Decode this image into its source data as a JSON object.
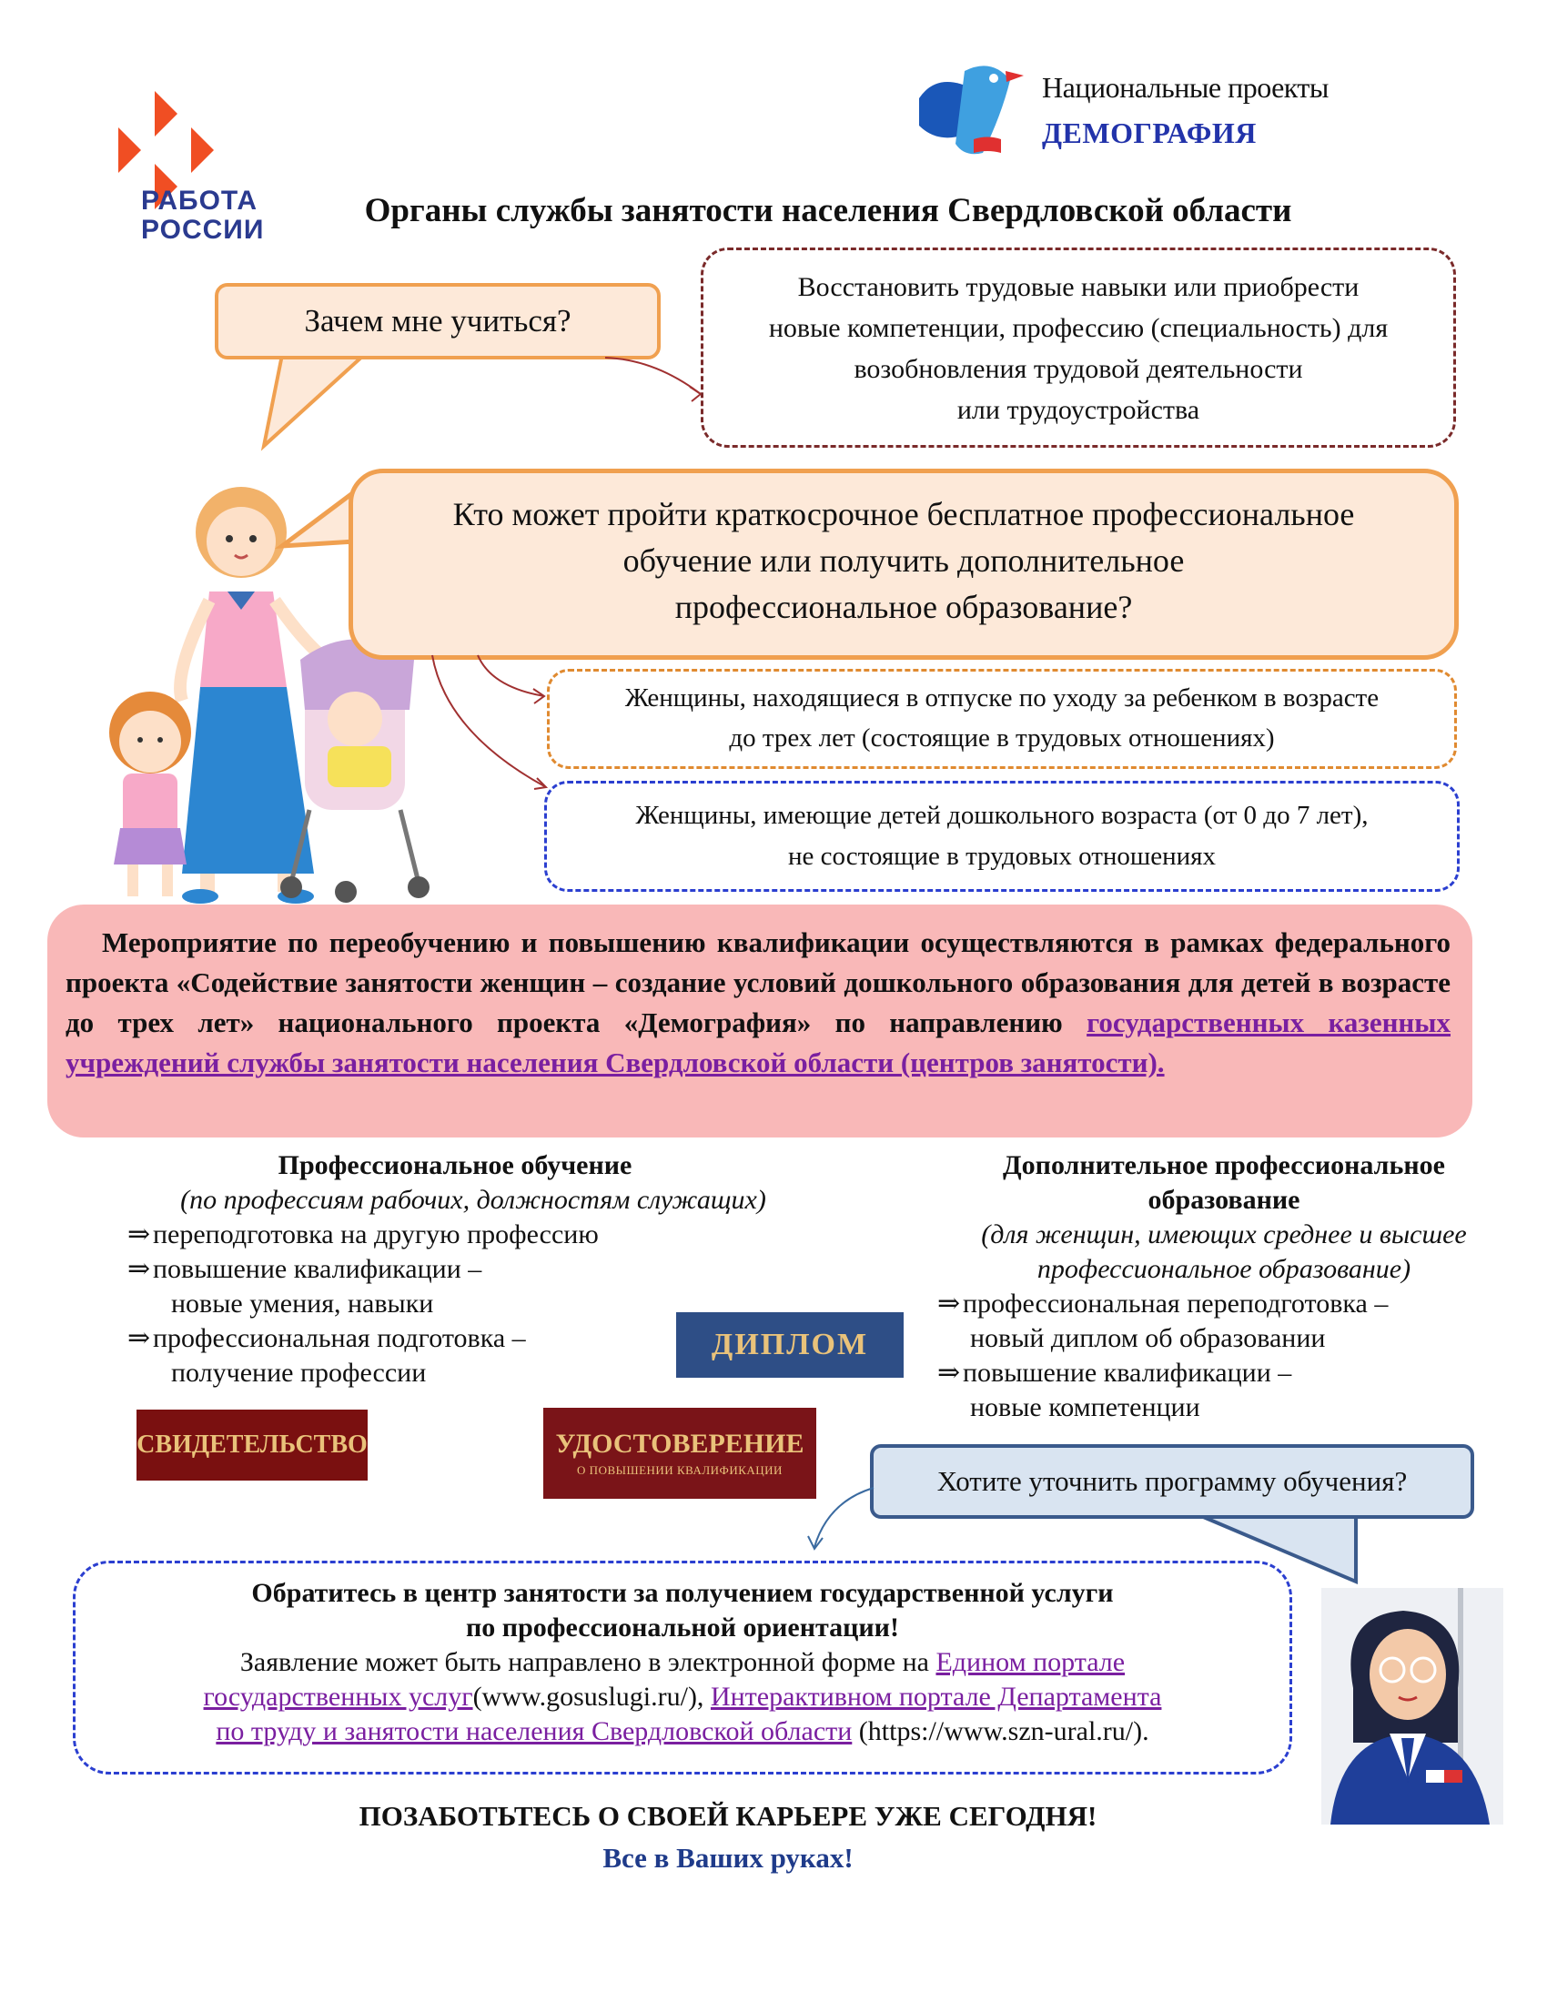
{
  "header": {
    "rabota_logo_line1": "РАБОТА",
    "rabota_logo_line2": "РОССИИ",
    "np_line1": "Национальные проекты",
    "np_line2": "ДЕМОГРАФИЯ",
    "title": "Органы службы занятости населения Свердловской области"
  },
  "bubbles": {
    "q1": "Зачем мне учиться?",
    "a1": [
      "Восстановить трудовые навыки  или приобрести",
      "новые компетенции,  профессию (специальность) для",
      "возобновления трудовой  деятельности",
      "или трудоустройства"
    ],
    "q2": [
      "Кто может пройти краткосрочное бесплатное профессиональное",
      "обучение или получить дополнительное",
      "профессиональное образование?"
    ],
    "a2a": [
      "Женщины, находящиеся в отпуске по уходу за ребенком в возрасте",
      "до трех лет (состоящие в трудовых отношениях)"
    ],
    "a2b": [
      "Женщины, имеющие детей дошкольного возраста (от 0 до 7 лет),",
      "не состоящие в трудовых отношениях"
    ],
    "q3": "Хотите уточнить программу обучения?"
  },
  "info": {
    "text": "Мероприятие по переобучению и повышению квалификации осуществляются в рамках федерального проекта «Содействие занятости женщин – создание условий дошкольного образования для детей в возрасте до трех лет» национального проекта «Демография» по направлению ",
    "link": "государственных казенных учреждений службы занятости населения Свердловской области (центров занятости)."
  },
  "left_col": {
    "title": "Профессиональное обучение",
    "subtitle": "(по профессиям рабочих, должностям служащих)",
    "items": [
      {
        "line1": "переподготовка на другую профессию",
        "line2": ""
      },
      {
        "line1": "повышение квалификации –",
        "line2": "новые умения,  навыки"
      },
      {
        "line1": "профессиональная подготовка –",
        "line2": "получение профессии"
      }
    ]
  },
  "right_col": {
    "title1": "Дополнительное профессиональное",
    "title2": "образование",
    "subtitle1": "(для женщин, имеющих среднее и высшее",
    "subtitle2": "профессиональное образование)",
    "items": [
      {
        "line1": "профессиональная переподготовка –",
        "line2": "новый диплом об образовании"
      },
      {
        "line1": "повышение квалификации –",
        "line2": "новые компетенции"
      }
    ]
  },
  "docs": {
    "diplom": "ДИПЛОМ",
    "svid": "СВИДЕТЕЛЬСТВО",
    "udost": "УДОСТОВЕРЕНИЕ",
    "udost_small": "О ПОВЫШЕНИИ КВАЛИФИКАЦИИ"
  },
  "contact": {
    "bold1": "Обратитесь в центр занятости за получением государственной услуги",
    "bold2": "по профессиональной ориентации!",
    "text1": "Заявление может быть направлено в электронной форме на ",
    "link1a": "Едином портале",
    "link1b": "государственных услуг",
    "text2": "(www.gosuslugi.ru/), ",
    "link2a": "Интерактивном портале Департамента",
    "link2b": "по труду и занятости населения Свердловской области",
    "text3": " (https://www.szn-ural.ru/)."
  },
  "slogan": {
    "line1": "ПОЗАБОТЬТЕСЬ О СВОЕЙ  КАРЬЕРЕ УЖЕ СЕГОДНЯ!",
    "line2": "Все в Ваших руках!"
  },
  "colors": {
    "orange_border": "#f0a050",
    "bubble_fill": "#fde9d9",
    "pink_block": "#f9b8b8",
    "link": "#7a1fa0",
    "blue_dashed": "#2b3fd0"
  }
}
